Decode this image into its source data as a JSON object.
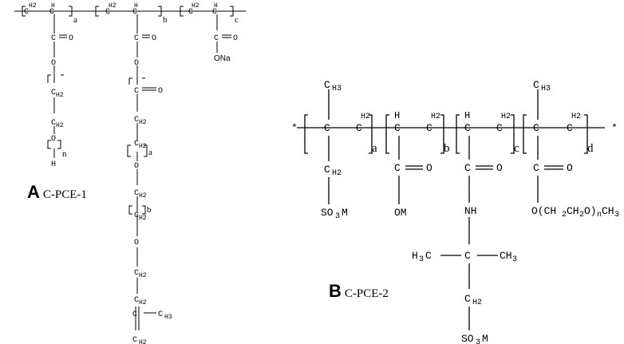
{
  "structure_a": {
    "letter": "A",
    "name": "C-PCE-1",
    "atoms": {
      "ch2": "CH2",
      "ch": "CH",
      "c": "C",
      "o": "O",
      "ona": "ONa",
      "h": "H",
      "ch3": "CH3"
    },
    "subscripts": {
      "a": "a",
      "b": "b",
      "c": "c",
      "n": "n",
      "a2": "a",
      "b2": "b"
    }
  },
  "structure_b": {
    "letter": "B",
    "name": "C-PCE-2",
    "atoms": {
      "ch3": "CH3",
      "ch2": "CH2",
      "h": "H",
      "c": "C",
      "o": "O",
      "so3m": "SO3M",
      "om": "OM",
      "nh": "NH",
      "h3c": "H3C",
      "peg": "O(CH2CH2O)nCH3"
    },
    "subscripts": {
      "a": "a",
      "b": "b",
      "c": "c",
      "d": "d"
    },
    "end_group": "*"
  }
}
